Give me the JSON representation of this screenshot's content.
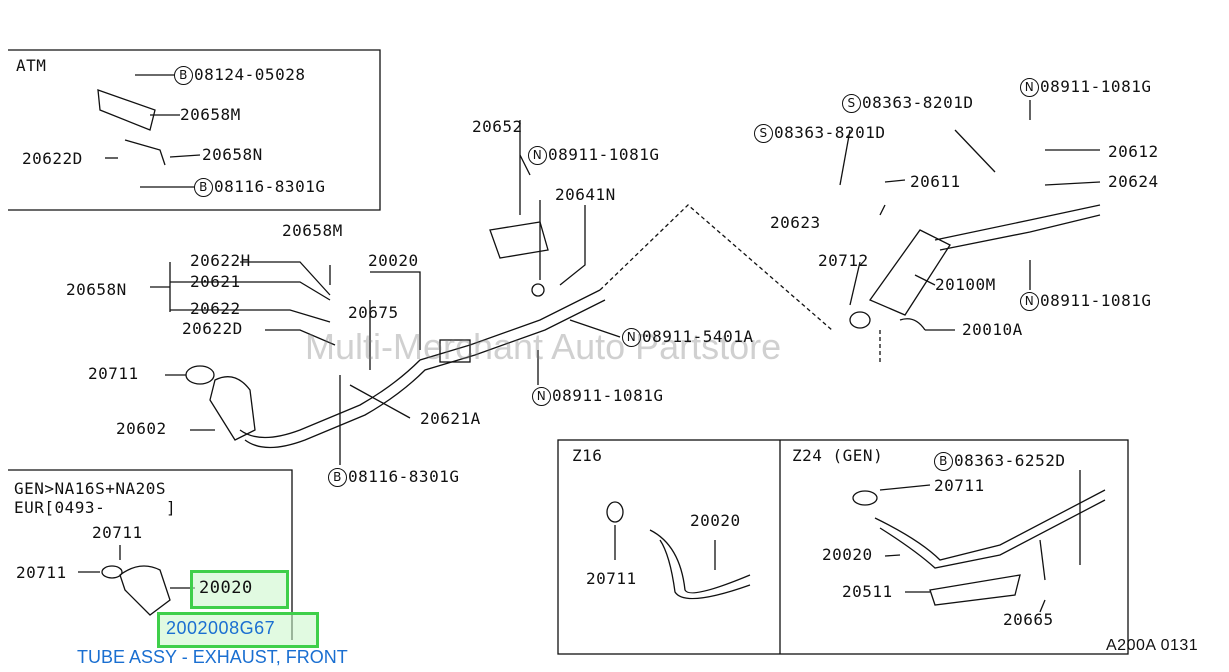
{
  "watermark": "Multi-Merchant Auto Partstore",
  "atm": {
    "title": "ATM",
    "b1": "08124-05028",
    "p1": "20658M",
    "p2": "20622D",
    "p3": "20658N",
    "b2": "08116-8301G",
    "mark": "B"
  },
  "main": {
    "p20652": "20652",
    "n1": "08911-1081G",
    "p20641N": "20641N",
    "p20658M": "20658M",
    "p20020": "20020",
    "p20622H": "20622H",
    "p20621": "20621",
    "p20658N": "20658N",
    "p20622": "20622",
    "p20675": "20675",
    "p20622D": "20622D",
    "n2": "08911-5401A",
    "p20711": "20711",
    "n3": "08911-1081G",
    "p20602": "20602",
    "p20621A": "20621A",
    "b3": "08116-8301G",
    "s1": "08363-8201D",
    "s2": "08363-8201D",
    "n4": "08911-1081G",
    "p20612": "20612",
    "p20611": "20611",
    "p20624": "20624",
    "p20623": "20623",
    "p20712": "20712",
    "p20100M": "20100M",
    "n5": "08911-1081G",
    "p20010A": "20010A"
  },
  "gen": {
    "line1": "GEN>NA16S+NA20S",
    "line2": "EUR[0493-      ]",
    "p20711a": "20711",
    "p20711b": "20711",
    "p20020": "20020",
    "highlight_part": "2002008G67",
    "part_desc": "TUBE ASSY - EXHAUST, FRONT"
  },
  "z16": {
    "title": "Z16",
    "p20020": "20020",
    "p20711": "20711"
  },
  "z24": {
    "title": "Z24 (GEN)",
    "b": "08363-6252D",
    "p20711": "20711",
    "p20020": "20020",
    "p20511": "20511",
    "p20665": "20665"
  },
  "code": "A200A 0131",
  "marks": {
    "B": "B",
    "N": "N",
    "S": "S"
  }
}
